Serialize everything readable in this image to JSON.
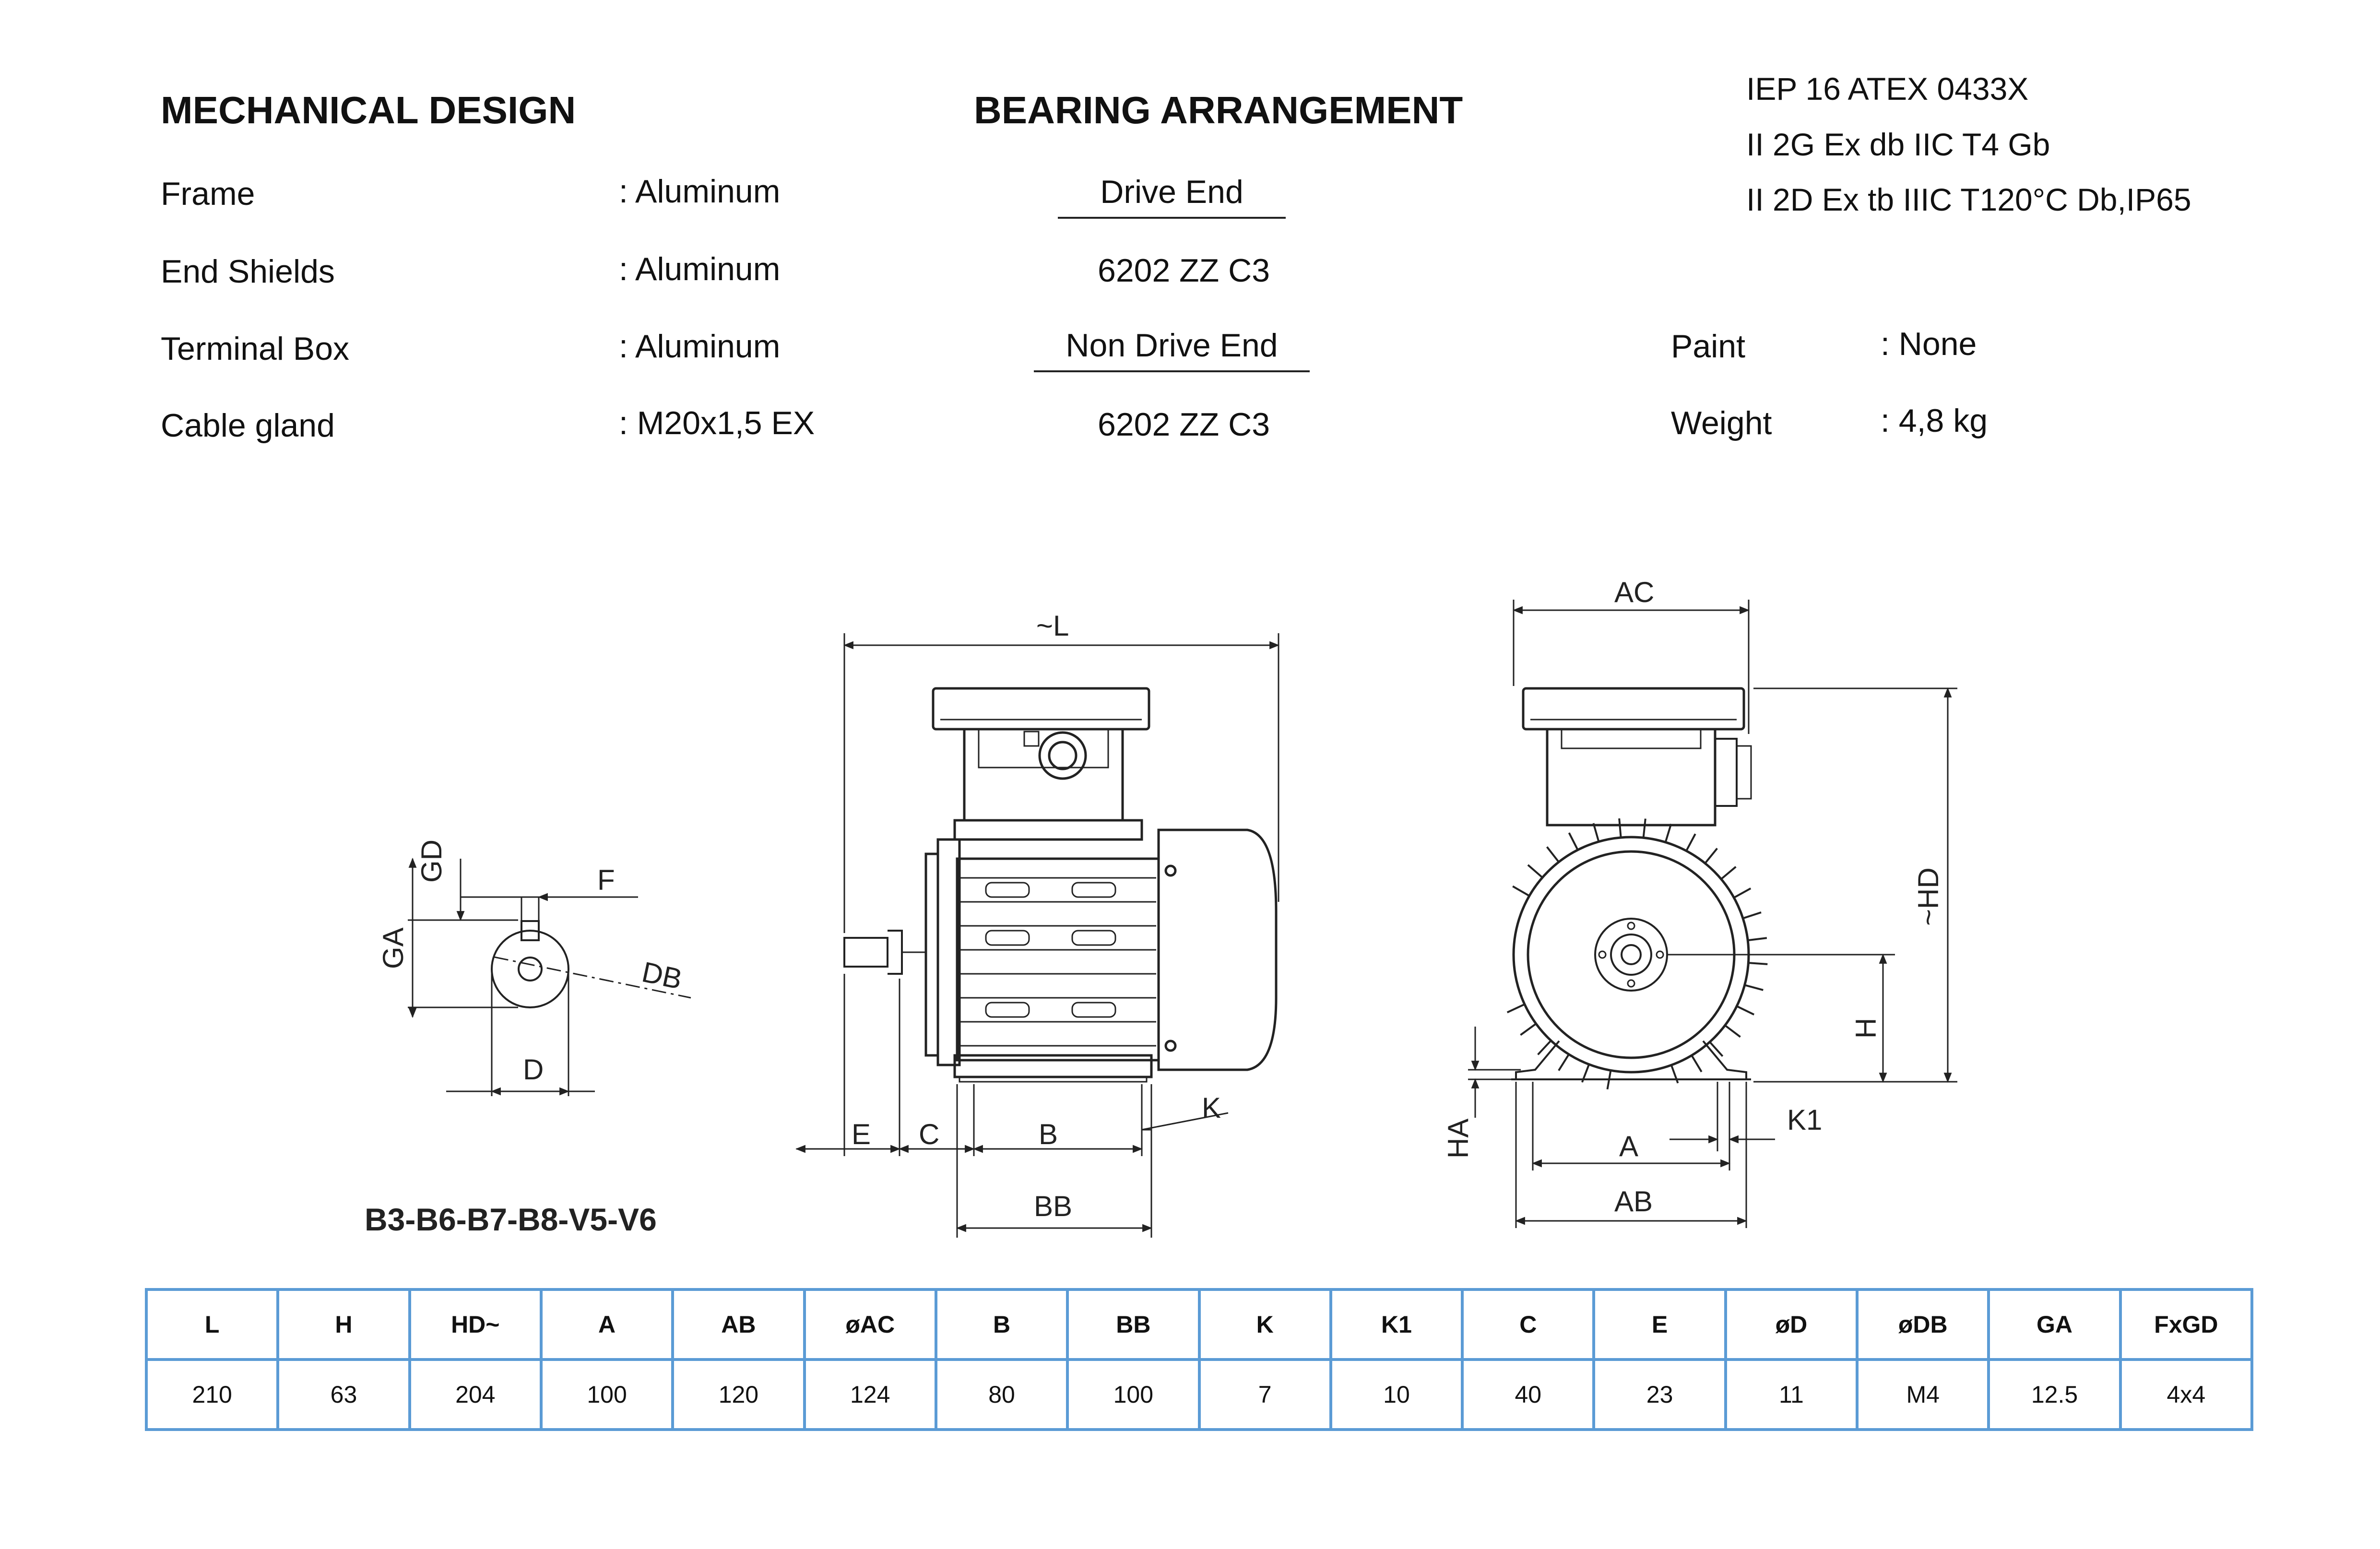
{
  "mechanical_design": {
    "title": "MECHANICAL DESIGN",
    "rows": [
      {
        "label": "Frame",
        "value": ": Aluminum"
      },
      {
        "label": "End Shields",
        "value": ": Aluminum"
      },
      {
        "label": "Terminal Box",
        "value": ": Aluminum"
      },
      {
        "label": "Cable gland",
        "value": ": M20x1,5 EX"
      }
    ]
  },
  "bearing_arrangement": {
    "title": "BEARING ARRANGEMENT",
    "drive_end_label": "Drive End",
    "drive_end_value": "6202 ZZ C3",
    "non_drive_end_label": "Non Drive End",
    "non_drive_end_value": "6202 ZZ C3"
  },
  "certification": [
    "IEP 16 ATEX 0433X",
    "II 2G Ex db IIC T4 Gb",
    "II 2D Ex tb IIIC T120°C Db,IP65"
  ],
  "specs": [
    {
      "label": "Paint",
      "value": ": None"
    },
    {
      "label": "Weight",
      "value": ": 4,8 kg"
    }
  ],
  "mounting": "B3-B6-B7-B8-V5-V6",
  "drawing_labels": {
    "GD": "GD",
    "F": "F",
    "GA": "GA",
    "DB": "DB",
    "D": "D",
    "L": "~L",
    "E": "E",
    "C": "C",
    "B": "B",
    "K": "K",
    "BB": "BB",
    "AC": "AC",
    "HD": "~HD",
    "H": "H",
    "HA": "HA",
    "A": "A",
    "K1": "K1",
    "AB": "AB"
  },
  "dimensions": {
    "headers": [
      "L",
      "H",
      "HD~",
      "A",
      "AB",
      "øAC",
      "B",
      "BB",
      "K",
      "K1",
      "C",
      "E",
      "øD",
      "øDB",
      "GA",
      "FxGD"
    ],
    "values": [
      "210",
      "63",
      "204",
      "100",
      "120",
      "124",
      "80",
      "100",
      "7",
      "10",
      "40",
      "23",
      "11",
      "M4",
      "12.5",
      "4x4"
    ]
  }
}
